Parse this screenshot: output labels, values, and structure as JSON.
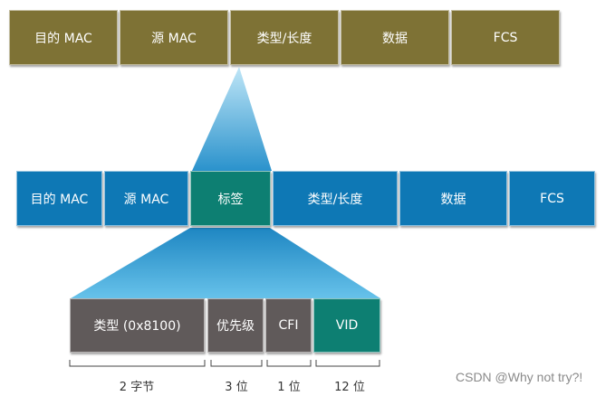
{
  "frame_top": {
    "fields": [
      "目的 MAC",
      "源 MAC",
      "类型/长度",
      "数据",
      "FCS"
    ]
  },
  "frame_tagged": {
    "fields": [
      "目的 MAC",
      "源 MAC",
      "标签",
      "类型/长度",
      "数据",
      "FCS"
    ]
  },
  "tag_detail": {
    "fields": [
      "类型 (0x8100)",
      "优先级",
      "CFI",
      "VID"
    ],
    "sizes": [
      "2 字节",
      "3 位",
      "1 位",
      "12 位"
    ]
  },
  "watermark": "CSDN @Why not try?!",
  "colors": {
    "original_frame": "#7e7235",
    "tagged_frame": "#0e78b5",
    "tag_field": "#0d7f72",
    "tpid_field": "#605a5a",
    "pointer_light": "#a9dcf3",
    "pointer_dark": "#2e97cf"
  }
}
